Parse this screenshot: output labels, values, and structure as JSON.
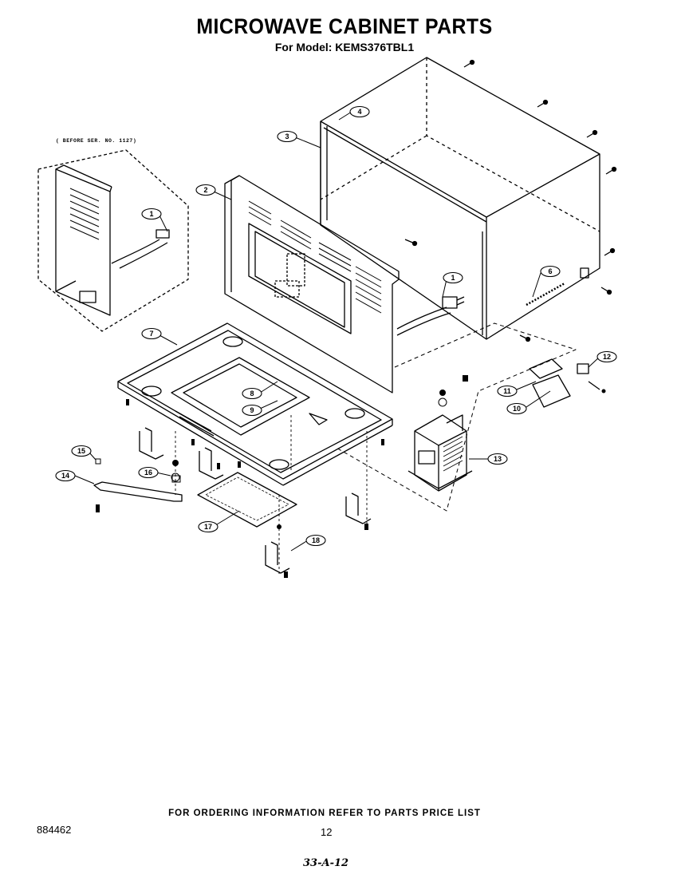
{
  "header": {
    "title": "MICROWAVE CABINET PARTS",
    "subtitle": "For Model: KEMS376TBL1"
  },
  "inset_note": "( BEFORE SER. NO. 1127)",
  "callouts": [
    "1",
    "2",
    "3",
    "4",
    "6",
    "7",
    "8",
    "9",
    "10",
    "11",
    "12",
    "13",
    "14",
    "15",
    "16",
    "17",
    "18",
    "1"
  ],
  "footer": {
    "ordering_note": "FOR ORDERING INFORMATION REFER TO PARTS PRICE LIST",
    "document_number": "884462",
    "page_number": "12",
    "handwritten_note": "33-A-12"
  }
}
